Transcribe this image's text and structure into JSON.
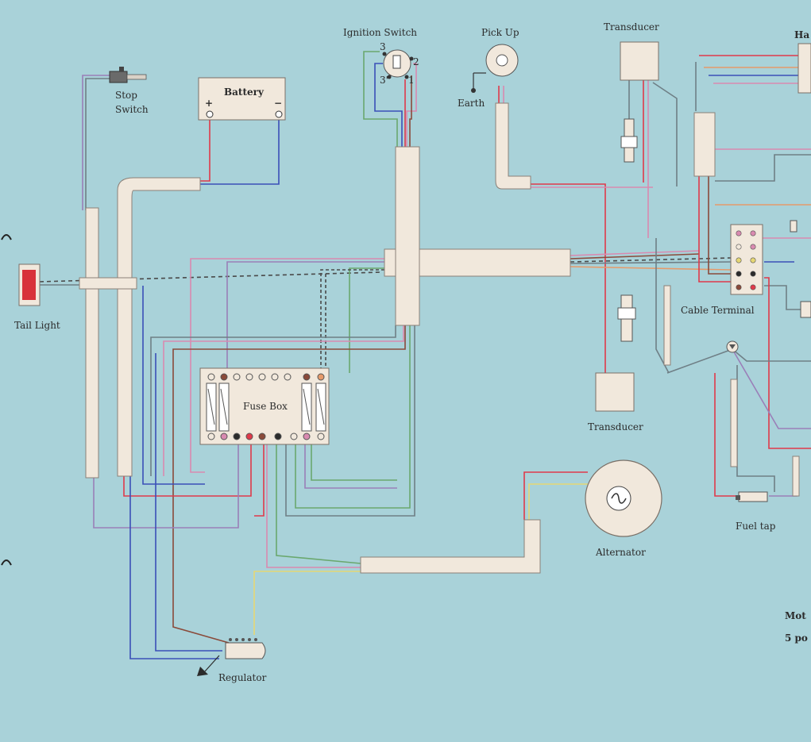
{
  "labels": {
    "stop_switch_1": "Stop",
    "stop_switch_2": "Switch",
    "battery": "Battery",
    "battery_plus": "+",
    "battery_minus": "−",
    "ignition_switch": "Ignition Switch",
    "ign_pin_3": "3",
    "ign_pin_3b": "3'",
    "ign_pin_2": "2",
    "ign_pin_1": "1",
    "pick_up": "Pick Up",
    "earth": "Earth",
    "transducer_top": "Transducer",
    "transducer_bottom": "Transducer",
    "harness_partial": "Ha",
    "tail_light": "Tail Light",
    "fuse_box": "Fuse Box",
    "cable_terminal": "Cable Terminal",
    "alternator": "Alternator",
    "fuel_tap": "Fuel tap",
    "regulator": "Regulator",
    "note_line1": "Mot",
    "note_line2": "5 po"
  },
  "colors": {
    "background": "#a9d2d9",
    "component_fill": "#f1e8dc",
    "red": "#e0394a",
    "blue": "#3b4fb8",
    "pink": "#d98ab0",
    "violet": "#9a7fb8",
    "green": "#6aa86e",
    "grey": "#6f7f86",
    "yellow": "#e6d774",
    "brown": "#8a4a3a",
    "orange": "#e69a6a",
    "dashed": "#4a4a4a"
  },
  "icons": [
    "stop-switch-icon",
    "battery-icon",
    "ignition-switch-icon",
    "pickup-icon",
    "earth-icon",
    "spark-plug-icon",
    "alternator-icon",
    "fuel-tap-icon",
    "regulator-icon",
    "tail-light-icon"
  ]
}
